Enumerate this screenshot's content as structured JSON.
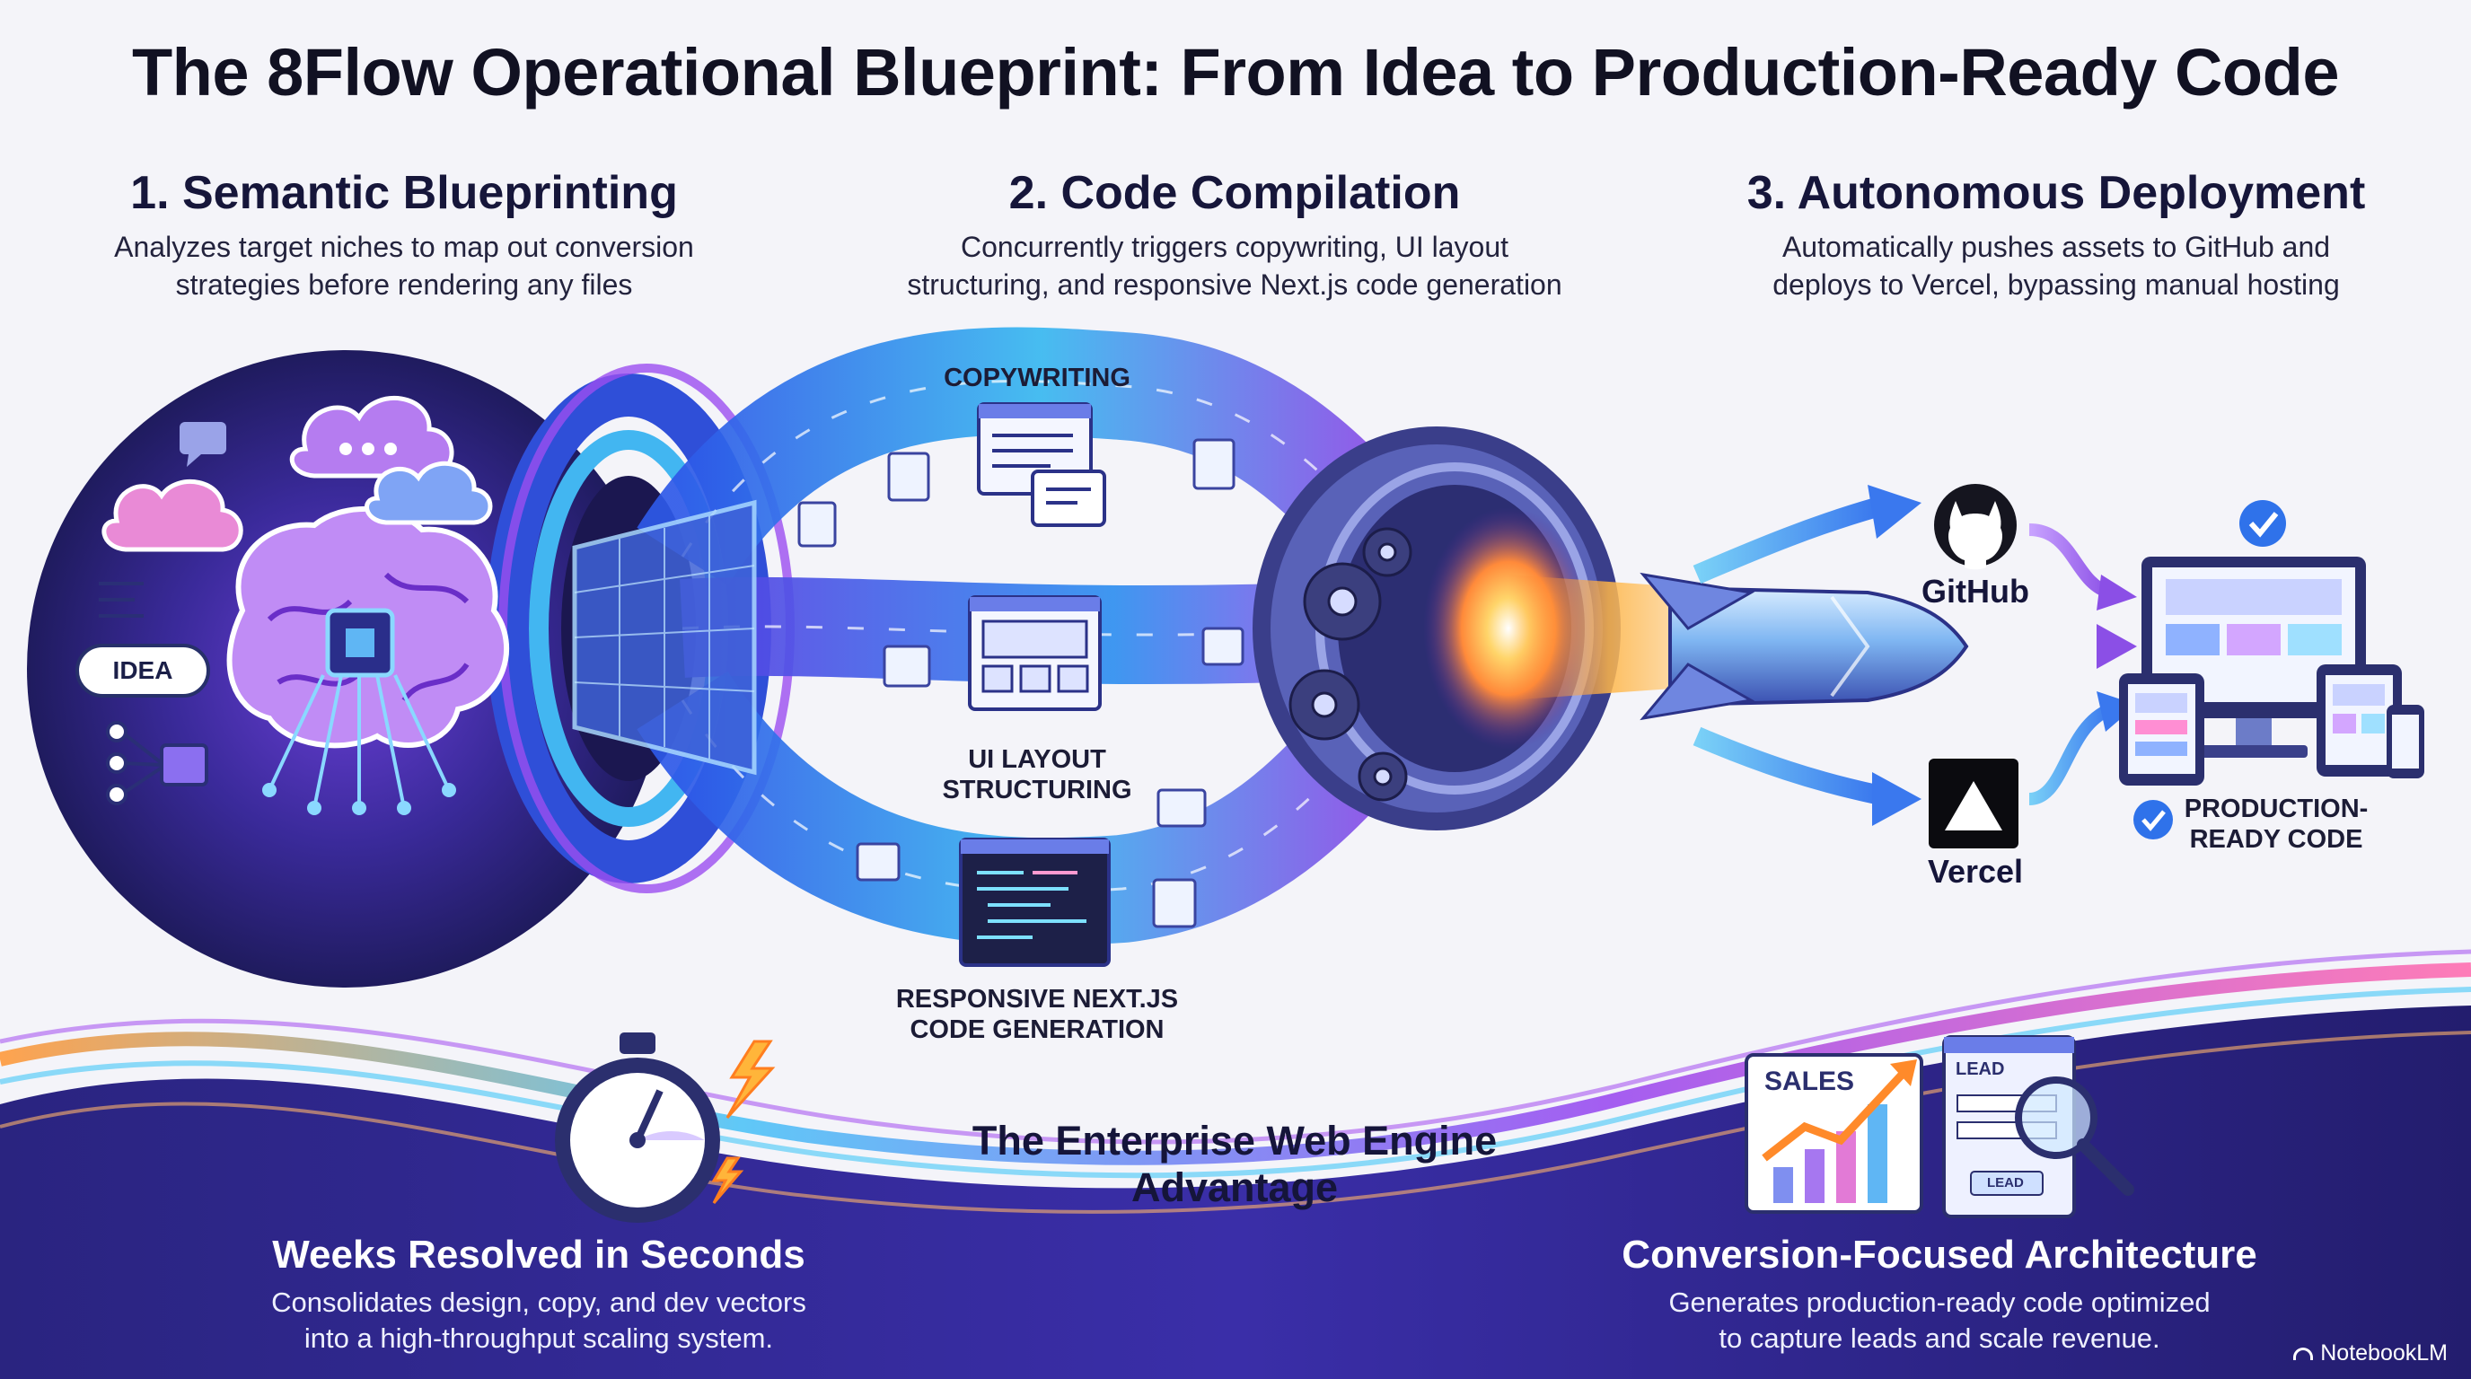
{
  "title": "The 8Flow Operational Blueprint: From Idea to Production-Ready Code",
  "steps": [
    {
      "title": "1. Semantic Blueprinting",
      "desc_line1": "Analyzes target niches to map out conversion",
      "desc_line2": "strategies before rendering any files"
    },
    {
      "title": "2. Code Compilation",
      "desc_line1": "Concurrently triggers copywriting, UI layout",
      "desc_line2": "structuring, and responsive Next.js code generation"
    },
    {
      "title": "3. Autonomous Deployment",
      "desc_line1": "Automatically pushes assets to GitHub and",
      "desc_line2": "deploys to Vercel, bypassing manual hosting"
    }
  ],
  "idea_label": "IDEA",
  "streams": {
    "copywriting": "COPYWRITING",
    "ui_layout_line1": "UI LAYOUT",
    "ui_layout_line2": "STRUCTURING",
    "nextjs_line1": "RESPONSIVE NEXT.JS",
    "nextjs_line2": "CODE GENERATION"
  },
  "deploy": {
    "github": "GitHub",
    "vercel": "Vercel",
    "production_line1": "PRODUCTION-",
    "production_line2": "READY CODE"
  },
  "advantage": {
    "line1": "The Enterprise Web Engine",
    "line2": "Advantage"
  },
  "benefits": [
    {
      "title": "Weeks Resolved in Seconds",
      "desc_line1": "Consolidates design, copy, and dev vectors",
      "desc_line2": "into a high-throughput scaling system."
    },
    {
      "title": "Conversion-Focused Architecture",
      "desc_line1": "Generates production-ready code optimized",
      "desc_line2": "to capture leads and scale revenue."
    }
  ],
  "illustration_text": {
    "sales": "SALES",
    "lead": "LEAD",
    "lead_button": "LEAD"
  },
  "watermark": "NotebookLM",
  "icons": [
    "brain-icon",
    "cloud-icon",
    "chat-bubble-icon",
    "document-icon",
    "network-icon",
    "gear-icon",
    "rocket-icon",
    "github-icon",
    "vercel-icon",
    "check-icon",
    "stopwatch-icon",
    "lightning-icon",
    "chart-icon",
    "magnifier-icon",
    "monitor-icon",
    "tablet-icon",
    "phone-icon"
  ],
  "colors": {
    "purple": "#8b3fe0",
    "blue": "#2f6cf0",
    "cyan": "#33c4ee",
    "orange": "#ff9a2e",
    "navy": "#1e1a5c"
  }
}
